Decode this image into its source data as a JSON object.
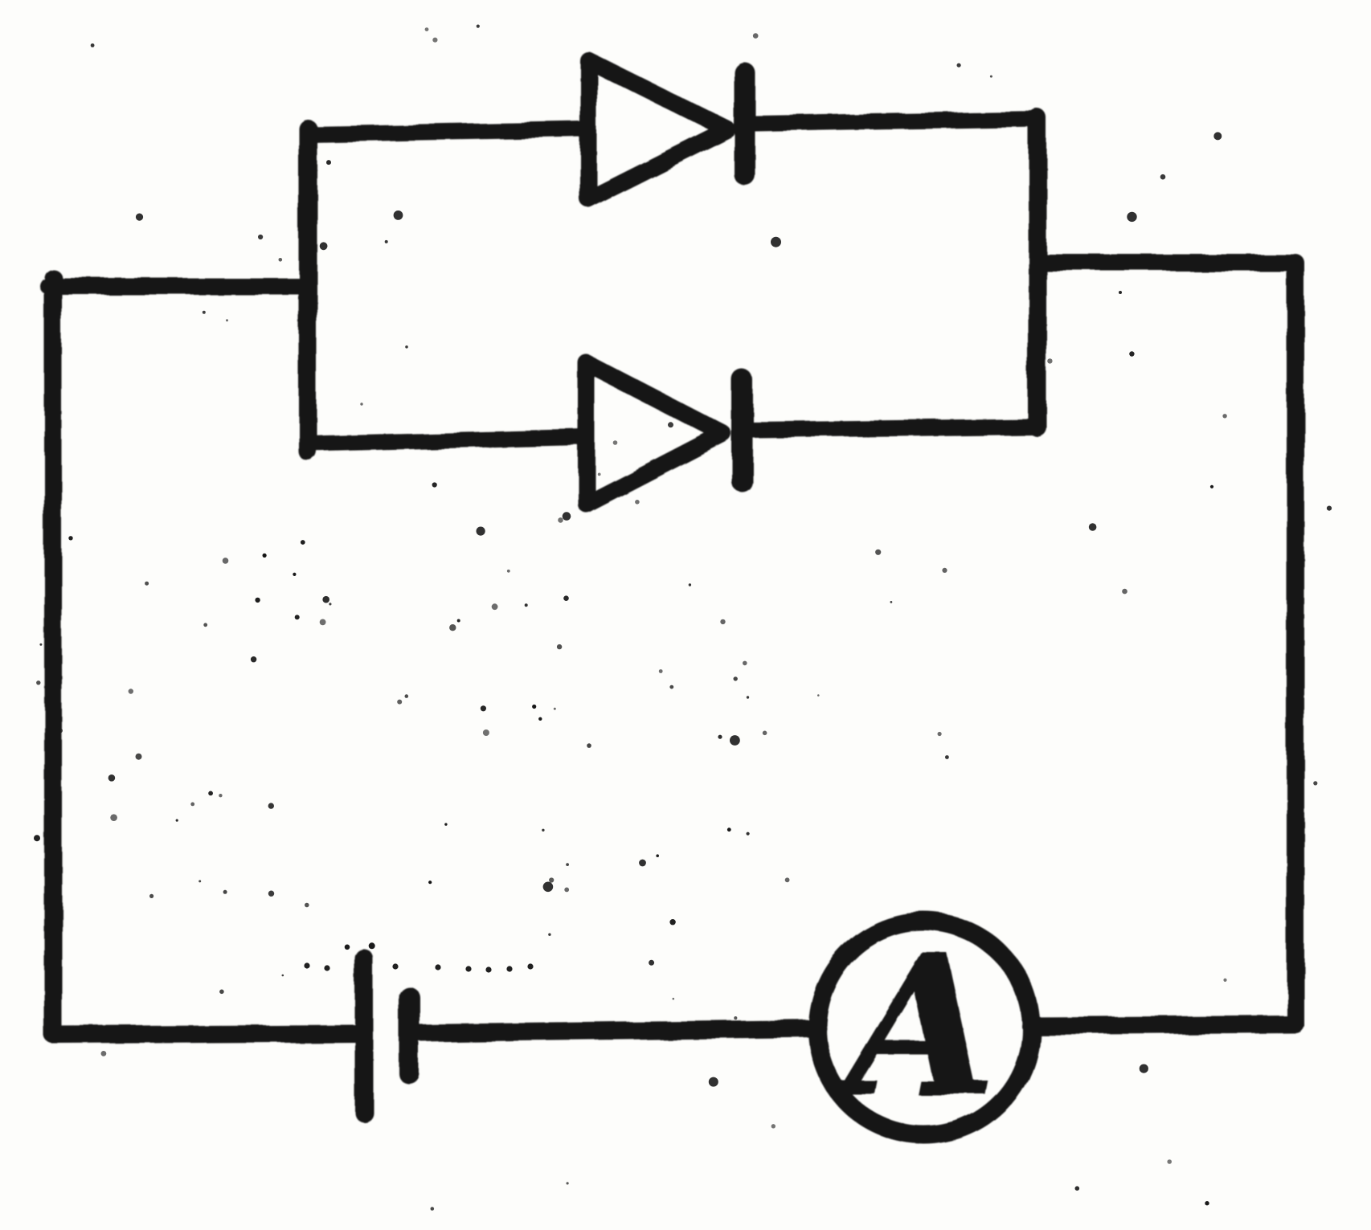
{
  "theme": {
    "paper_color": "#fdfdfb",
    "ink_color": "#141414"
  },
  "circuit": {
    "type": "scanned circuit diagram",
    "ammeter_label": "A",
    "components": [
      {
        "id": "diode-1",
        "kind": "diode",
        "position": "top parallel branch",
        "pointing": "right"
      },
      {
        "id": "diode-2",
        "kind": "diode",
        "position": "lower parallel branch",
        "pointing": "right"
      },
      {
        "id": "battery-cell",
        "kind": "cell",
        "position": "bottom left",
        "plates": {
          "long_plate": "left",
          "short_plate": "right"
        }
      },
      {
        "id": "ammeter",
        "kind": "ammeter",
        "position": "bottom right",
        "label": "A"
      }
    ]
  }
}
